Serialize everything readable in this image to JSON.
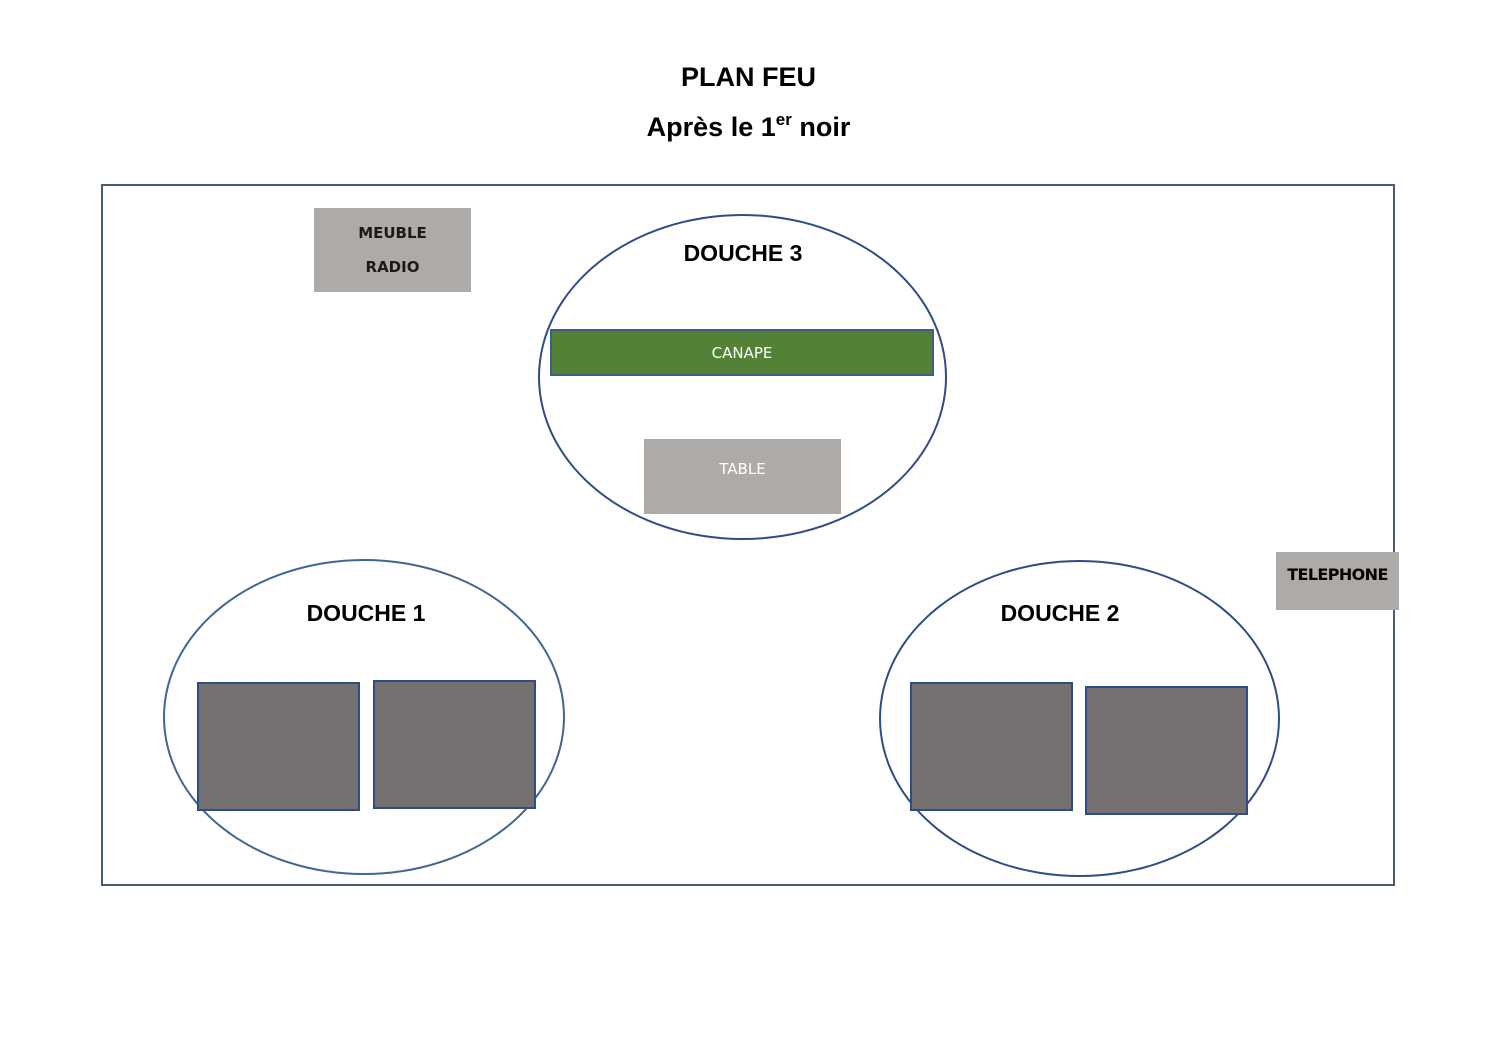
{
  "header": {
    "title": "PLAN FEU",
    "subtitle_prefix": "Après le 1",
    "subtitle_sup": "er",
    "subtitle_suffix": " noir"
  },
  "zones": {
    "douche_3": {
      "label": "DOUCHE 3"
    },
    "douche_1": {
      "label": "DOUCHE 1"
    },
    "douche_2": {
      "label": "DOUCHE 2"
    }
  },
  "furniture": {
    "meuble_radio": {
      "line1": "MEUBLE",
      "line2": "RADIO"
    },
    "canape": {
      "label": "CANAPE"
    },
    "table": {
      "label": "TABLE"
    },
    "telephone": {
      "label": "TELEPHONE"
    }
  },
  "colors": {
    "ellipse_border": "#2f4d85",
    "canape_fill": "#538135",
    "furniture_fill": "#aeaaa8",
    "square_fill": "#767171"
  }
}
